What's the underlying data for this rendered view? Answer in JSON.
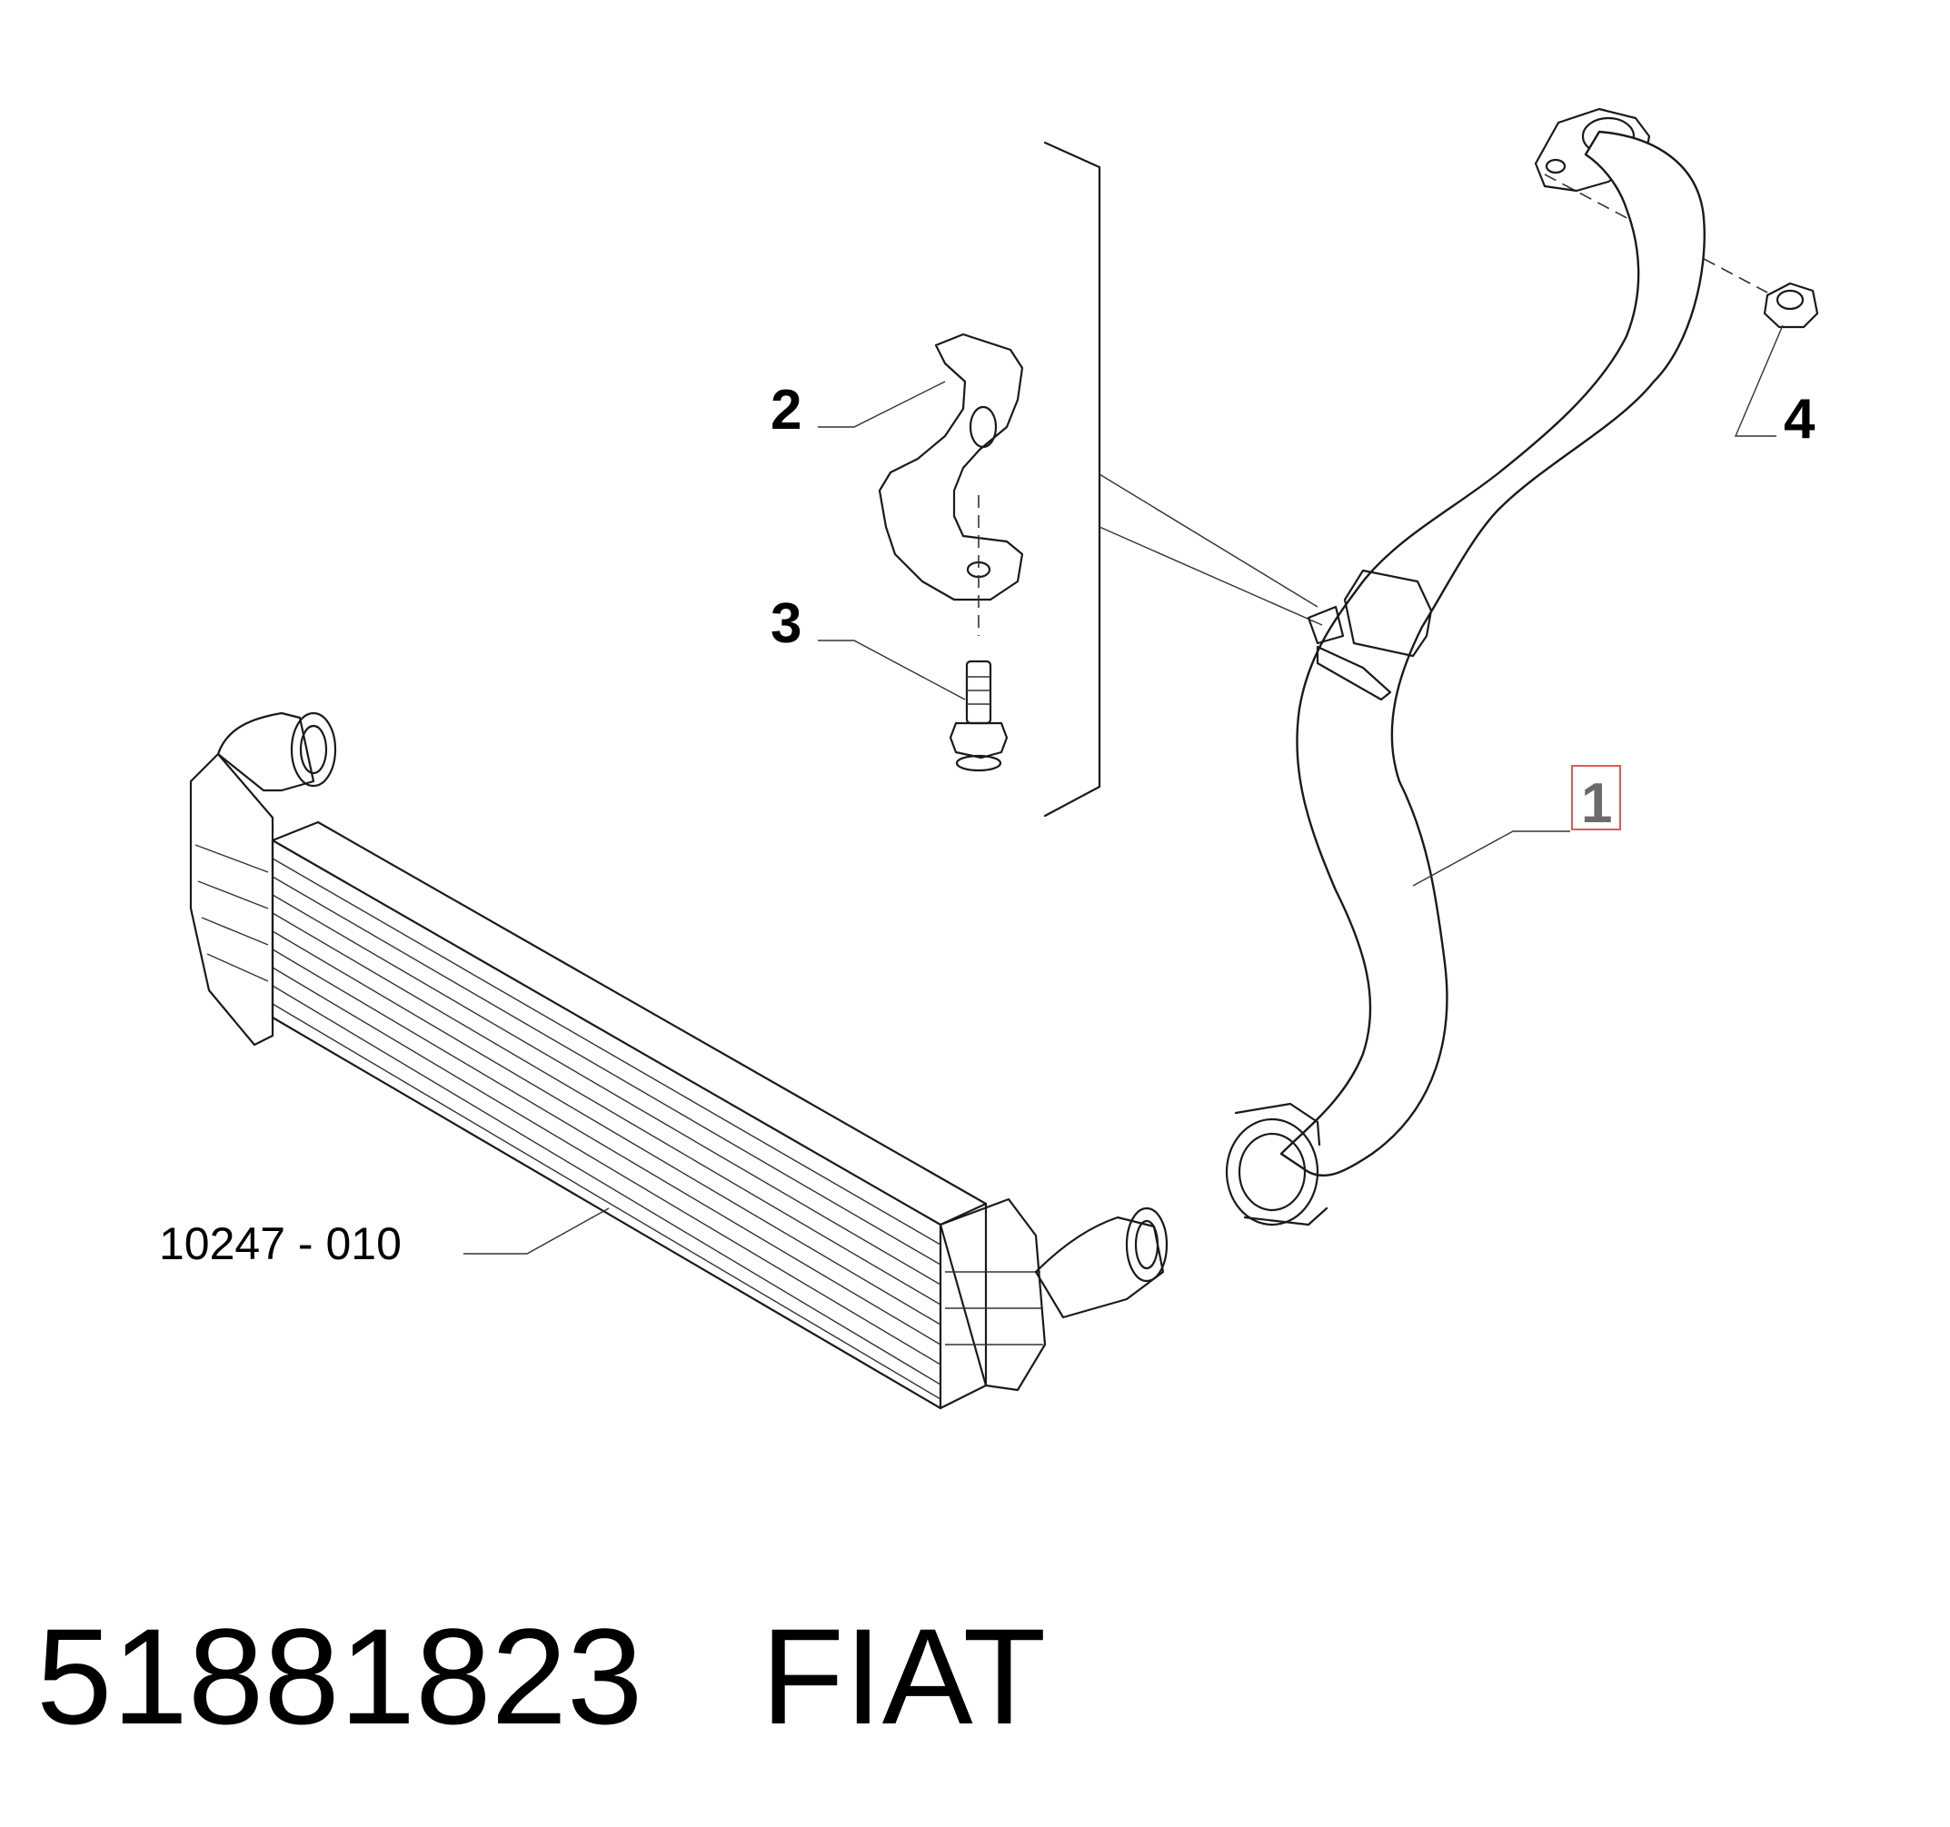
{
  "callouts": {
    "c1": "1",
    "c2": "2",
    "c3": "3",
    "c4": "4",
    "ref": "10247 - 010"
  },
  "highlight_color": "#e05a5a",
  "footer": {
    "part_number": "51881823",
    "brand": "FIAT"
  }
}
